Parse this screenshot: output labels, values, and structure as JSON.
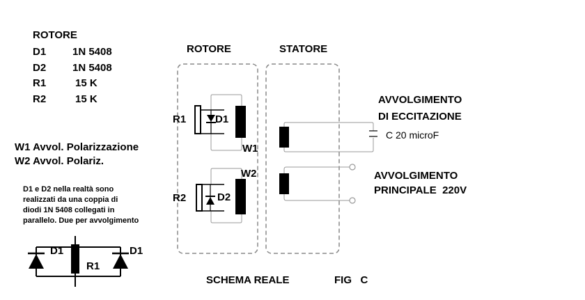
{
  "rotor_list": {
    "heading": "ROTORE",
    "rows": [
      {
        "ref": "D1",
        "value": "1N 5408"
      },
      {
        "ref": "D2",
        "value": "1N 5408"
      },
      {
        "ref": "R1",
        "value": "15 K"
      },
      {
        "ref": "R2",
        "value": "15 K"
      }
    ]
  },
  "windings_legend": {
    "w1": "W1 Avvol. Polarizzazione",
    "w2": "W2 Avvol. Polariz."
  },
  "note": {
    "line1": "D1 e D2 nella realtà sono",
    "line2": "realizzati da una coppia di",
    "line3": "diodi 1N 5408 collegati in",
    "line4": "parallelo. Due per avvolgimento"
  },
  "detail": {
    "d1_left": "D1",
    "d1_right": "D1",
    "r1": "R1"
  },
  "schematic": {
    "rotor_title": "ROTORE",
    "stator_title": "STATORE",
    "r1": "R1",
    "d1": "D1",
    "w1": "W1",
    "w2": "W2",
    "r2": "R2",
    "d2": "D2",
    "excitation_line1": "AVVOLGIMENTO",
    "excitation_line2": "DI ECCITAZIONE",
    "capacitor": "C 20 microF",
    "main_line1": "AVVOLGIMENTO",
    "main_line2": "PRINCIPALE  220V"
  },
  "footer": {
    "caption": "SCHEMA REALE",
    "fig": "FIG   C"
  }
}
